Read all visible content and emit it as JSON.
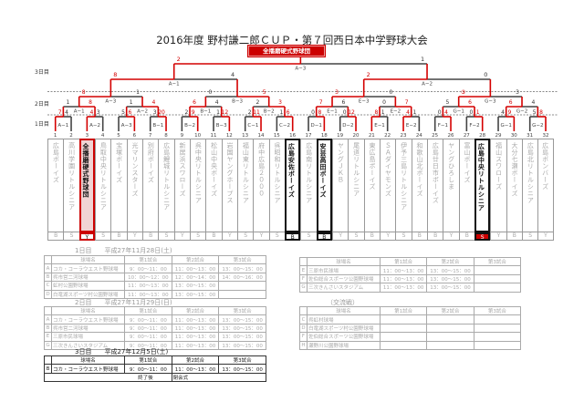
{
  "title": "2016年度 野村謙二郎ＣＵＰ・第７回西日本中学野球大会",
  "champion_label": "全播磨硬式野球団",
  "day_labels": [
    "3日目",
    "2日目",
    "1日目"
  ],
  "colors": {
    "win": "#d40000",
    "lose": "#444444",
    "champion_fill": "#f1d4d4"
  },
  "teams": [
    {
      "no": "1",
      "name": "広島ボーイズ",
      "league": "B"
    },
    {
      "no": "2",
      "name": "高川学園リトルシニア",
      "league": "S"
    },
    {
      "no": "3",
      "name": "全播磨硬式野球団",
      "league": "Y",
      "style": "champ"
    },
    {
      "no": "4",
      "name": "鳥取中央リトルシニア",
      "league": "S"
    },
    {
      "no": "5",
      "name": "宝塚ボーイズ",
      "league": "B"
    },
    {
      "no": "6",
      "name": "光マリンスターズ",
      "league": "Y"
    },
    {
      "no": "7",
      "name": "別府ボーイズ",
      "league": "B"
    },
    {
      "no": "8",
      "name": "広島鯉城リトルシニア",
      "league": "S"
    },
    {
      "no": "9",
      "name": "新居浜スワローズ",
      "league": "Y"
    },
    {
      "no": "10",
      "name": "呉中央リトルシニア",
      "league": "S"
    },
    {
      "no": "11",
      "name": "松山中央ボーイズ",
      "league": "B"
    },
    {
      "no": "12",
      "name": "岩国ヤングホープス",
      "league": "Y"
    },
    {
      "no": "13",
      "name": "福山東リトルシニア",
      "league": "S"
    },
    {
      "no": "14",
      "name": "府中広島２０００",
      "league": "Y"
    },
    {
      "no": "15",
      "name": "呉昭和リトルシニア",
      "league": "S"
    },
    {
      "no": "16",
      "name": "広島安佐ボーイズ",
      "league": "B",
      "style": "final4"
    },
    {
      "no": "17",
      "name": "広島南リトルシニア",
      "league": "S"
    },
    {
      "no": "18",
      "name": "安芸高田ボーイズ",
      "league": "B",
      "style": "final4"
    },
    {
      "no": "19",
      "name": "ヤングＪＫＢ",
      "league": "Y"
    },
    {
      "no": "20",
      "name": "尾道リトルシニア",
      "league": "S"
    },
    {
      "no": "21",
      "name": "東広島ボーイズ",
      "league": "B"
    },
    {
      "no": "22",
      "name": "ＳＡダイヤモンズ",
      "league": "Y"
    },
    {
      "no": "23",
      "name": "伊予三島リトルシニア",
      "league": "S"
    },
    {
      "no": "24",
      "name": "和歌山北ボーイズ",
      "league": "B"
    },
    {
      "no": "25",
      "name": "広島廿日市ボーイズ",
      "league": "B"
    },
    {
      "no": "26",
      "name": "ヤングひろしま",
      "league": "Y"
    },
    {
      "no": "27",
      "name": "富山ボーイズ",
      "league": "B"
    },
    {
      "no": "28",
      "name": "広島中央リトルシニア",
      "league": "S",
      "style": "final4 runner"
    },
    {
      "no": "29",
      "name": "福山スワローズ",
      "league": "Y"
    },
    {
      "no": "30",
      "name": "大分七瀬ボーイズ",
      "league": "B"
    },
    {
      "no": "31",
      "name": "広島北リトルシニア",
      "league": "S"
    },
    {
      "no": "32",
      "name": "広島ボンバーズ",
      "league": "Y"
    }
  ],
  "rounds": [
    [
      {
        "label": "A−1",
        "scores": [
          "7",
          "4"
        ],
        "winner": 0
      },
      {
        "label": "A−2",
        "scores": [
          "4",
          "3"
        ],
        "winner": 0
      },
      {
        "label": "A−3",
        "scores": [
          "5",
          "6"
        ],
        "winner": 1
      },
      {
        "label": "B−1",
        "scores": [
          "3",
          "20"
        ],
        "winner": 1
      },
      {
        "label": "B−2",
        "scores": [
          "2",
          "9"
        ],
        "winner": 1
      },
      {
        "label": "B−3",
        "scores": [
          "1",
          "12"
        ],
        "winner": 1
      },
      {
        "label": "C−1",
        "scores": [
          "2",
          "11"
        ],
        "winner": 1
      },
      {
        "label": "C−2",
        "scores": [
          "1",
          "6"
        ],
        "winner": 1
      },
      {
        "label": "D−1",
        "scores": [
          "0",
          "8"
        ],
        "winner": 1
      },
      {
        "label": "D−2",
        "scores": [
          "0",
          "12"
        ],
        "winner": 1
      },
      {
        "label": "E−1",
        "scores": [
          "8",
          "1"
        ],
        "winner": 0
      },
      {
        "label": "E−2",
        "scores": [
          "4",
          "1"
        ],
        "winner": 0
      },
      {
        "label": "F−1",
        "scores": [
          "0",
          "4"
        ],
        "winner": 1
      },
      {
        "label": "F−2",
        "scores": [
          "0",
          "1"
        ],
        "winner": 1
      },
      {
        "label": "G−1",
        "scores": [
          "4",
          "9"
        ],
        "winner": 1
      },
      {
        "label": "G−2",
        "scores": [
          "5",
          "8"
        ],
        "winner": 1
      }
    ],
    [
      {
        "label": "A−1",
        "scores": [
          "1",
          "8"
        ],
        "winner": 1
      },
      {
        "label": "A−2",
        "scores": [
          "1",
          "4"
        ],
        "winner": 1
      },
      {
        "label": "B−1",
        "scores": [
          "6",
          "4"
        ],
        "winner": 0
      },
      {
        "label": "B−2",
        "scores": [
          "2",
          "3"
        ],
        "winner": 1
      },
      {
        "label": "E−1",
        "scores": [
          "7",
          "6"
        ],
        "winner": 0
      },
      {
        "label": "E−2",
        "scores": [
          "0",
          "7"
        ],
        "winner": 1
      },
      {
        "label": "G−1",
        "scores": [
          "5",
          "6"
        ],
        "winner": 1
      },
      {
        "label": "G−2",
        "scores": [
          "6",
          "4"
        ],
        "winner": 0
      }
    ],
    [
      {
        "label": "A−3",
        "scores": [
          "8",
          "1"
        ],
        "winner": 0
      },
      {
        "label": "B−3",
        "scores": [
          "0",
          "5"
        ],
        "winner": 1
      },
      {
        "label": "E−3",
        "scores": [
          "3",
          "0"
        ],
        "winner": 0
      },
      {
        "label": "G−3",
        "scores": [
          "③",
          "3"
        ],
        "winner": 0
      }
    ],
    [
      {
        "label": "A−1",
        "scores": [
          "8",
          "4"
        ],
        "winner": 0
      },
      {
        "label": "A−2",
        "scores": [
          "2",
          "0"
        ],
        "winner": 0
      }
    ],
    [
      {
        "label": "A−3",
        "scores": [
          "2",
          "1"
        ],
        "winner": 0
      }
    ]
  ],
  "schedule": {
    "headers": [
      "球場名",
      "第1試合",
      "第2試合",
      "第3試合"
    ],
    "day1": {
      "day": "1日目",
      "date": "平成27年11月28日(土)",
      "rows": [
        {
          "court": "A",
          "venue": "コカ・コーラウエスト野球場",
          "g1": "9：00～11：00",
          "g2": "11：00～13：00",
          "g3": "13：00～15：00"
        },
        {
          "court": "B",
          "venue": "呉市営二河球場",
          "g1": "10：00～12：00",
          "g2": "12：00～14：00",
          "g3": "14：00～16：00"
        },
        {
          "court": "C",
          "venue": "虹村公園野球場",
          "g1": "11：00～13：00",
          "g2": "13：00～15：00",
          "g3": ""
        },
        {
          "court": "D",
          "venue": "白竜湖スポーツ村公園野球場",
          "g1": "11：00～13：00",
          "g2": "13：00～15：00",
          "g3": ""
        }
      ],
      "rows_b": [
        {
          "court": "E",
          "venue": "三原市民球場",
          "g1": "11：00～13：00",
          "g2": "13：00～15：00",
          "g3": ""
        },
        {
          "court": "F",
          "venue": "佐伯総合スポーツ公園野球場",
          "g1": "11：00～13：00",
          "g2": "13：00～15：00",
          "g3": ""
        },
        {
          "court": "G",
          "venue": "三次きんさいスタジアム",
          "g1": "11：00～13：00",
          "g2": "13：00～15：00",
          "g3": ""
        }
      ]
    },
    "day2": {
      "day": "2日目",
      "date": "平成27年11月29日(日)",
      "rows": [
        {
          "court": "A",
          "venue": "コカ・コーラウエスト野球場",
          "g1": "9：00～11：00",
          "g2": "11：00～13：00",
          "g3": "13：00～15：00"
        },
        {
          "court": "B",
          "venue": "呉市営二河球場",
          "g1": "9：00～11：00",
          "g2": "11：00～13：00",
          "g3": "13：00～15：00"
        },
        {
          "court": "E",
          "venue": "三原市民球場",
          "g1": "9：00～11：00",
          "g2": "11：00～13：00",
          "g3": "13：00～15：00"
        },
        {
          "court": "G",
          "venue": "三次きんさいスタジアム",
          "g1": "9：00～11：00",
          "g2": "11：00～13：00",
          "g3": "13：00～15：00"
        }
      ]
    },
    "day3": {
      "day": "3日目",
      "date": "平成27年12月5日(土)",
      "rows": [
        {
          "court": "B",
          "venue": "コカ・コーラウエスト野球場",
          "g1": "9：00～11：00",
          "g2": "11：00～13：00",
          "g3": "13：00～15：00"
        }
      ],
      "footer_left": "終了後",
      "footer_right": "閉会式"
    },
    "exchange": {
      "heading": "（交流戦）",
      "rows": [
        {
          "court": "C",
          "venue": "呉虹村球場",
          "g1": "",
          "g2": "",
          "g3": ""
        },
        {
          "court": "D",
          "venue": "白竜湖スポーツ村公園野球場",
          "g1": "",
          "g2": "",
          "g3": ""
        },
        {
          "court": "F",
          "venue": "佐伯総合スポーツ公園野球場",
          "g1": "",
          "g2": "",
          "g3": ""
        },
        {
          "court": "H",
          "venue": "瀬野川公園野球場",
          "g1": "",
          "g2": "",
          "g3": ""
        }
      ]
    }
  }
}
